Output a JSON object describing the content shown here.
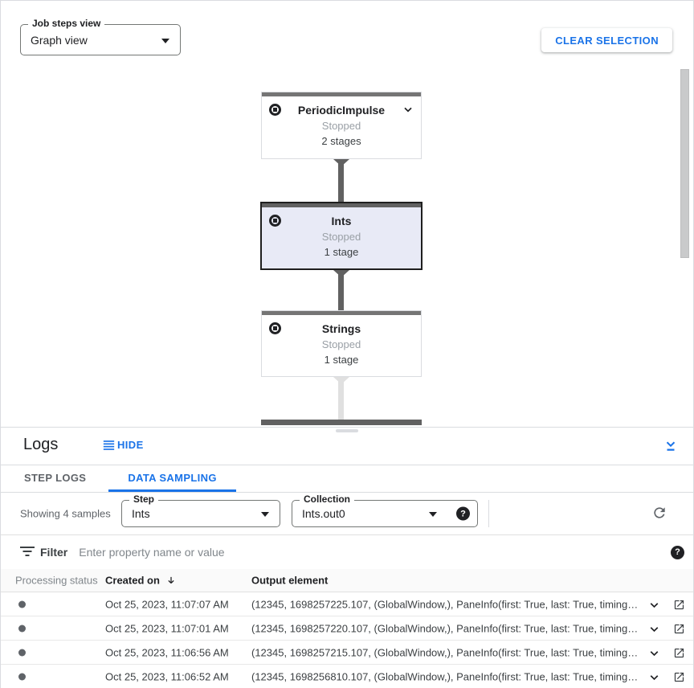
{
  "toolbar": {
    "job_steps_view_label": "Job steps view",
    "job_steps_view_value": "Graph view",
    "clear_selection_label": "CLEAR SELECTION"
  },
  "graph": {
    "nodes": [
      {
        "title": "PeriodicImpulse",
        "status": "Stopped",
        "stages": "2 stages",
        "selected": false
      },
      {
        "title": "Ints",
        "status": "Stopped",
        "stages": "1 stage",
        "selected": true
      },
      {
        "title": "Strings",
        "status": "Stopped",
        "stages": "1 stage",
        "selected": false
      }
    ],
    "status_icon": "stop-circle-icon"
  },
  "logs_panel": {
    "title": "Logs",
    "hide_label": "HIDE",
    "tabs": [
      {
        "label": "STEP LOGS",
        "active": false
      },
      {
        "label": "DATA SAMPLING",
        "active": true
      }
    ],
    "sampling": {
      "showing_text": "Showing 4 samples",
      "step_label": "Step",
      "step_value": "Ints",
      "collection_label": "Collection",
      "collection_value": "Ints.out0",
      "help_glyph": "?"
    },
    "filter": {
      "label": "Filter",
      "placeholder": "Enter property name or value",
      "help_glyph": "?"
    },
    "table": {
      "columns": {
        "status": "Processing status",
        "created": "Created on",
        "output": "Output element"
      },
      "rows": [
        {
          "created_on": "Oct 25, 2023, 11:07:07 AM",
          "output_element": "(12345, 1698257225.107, (GlobalWindow,), PaneInfo(first: True, last: True, timing…"
        },
        {
          "created_on": "Oct 25, 2023, 11:07:01 AM",
          "output_element": "(12345, 1698257220.107, (GlobalWindow,), PaneInfo(first: True, last: True, timing…"
        },
        {
          "created_on": "Oct 25, 2023, 11:06:56 AM",
          "output_element": "(12345, 1698257215.107, (GlobalWindow,), PaneInfo(first: True, last: True, timing…"
        },
        {
          "created_on": "Oct 25, 2023, 11:06:52 AM",
          "output_element": "(12345, 1698256810.107, (GlobalWindow,), PaneInfo(first: True, last: True, timing…"
        }
      ]
    }
  },
  "colors": {
    "accent_blue": "#1a73e8",
    "selected_node_bg": "#e8eaf6",
    "node_bar_gray": "#757575",
    "edge_dark": "#616161",
    "edge_light": "#e0e0e0",
    "status_dot_gray": "#5f6368"
  }
}
